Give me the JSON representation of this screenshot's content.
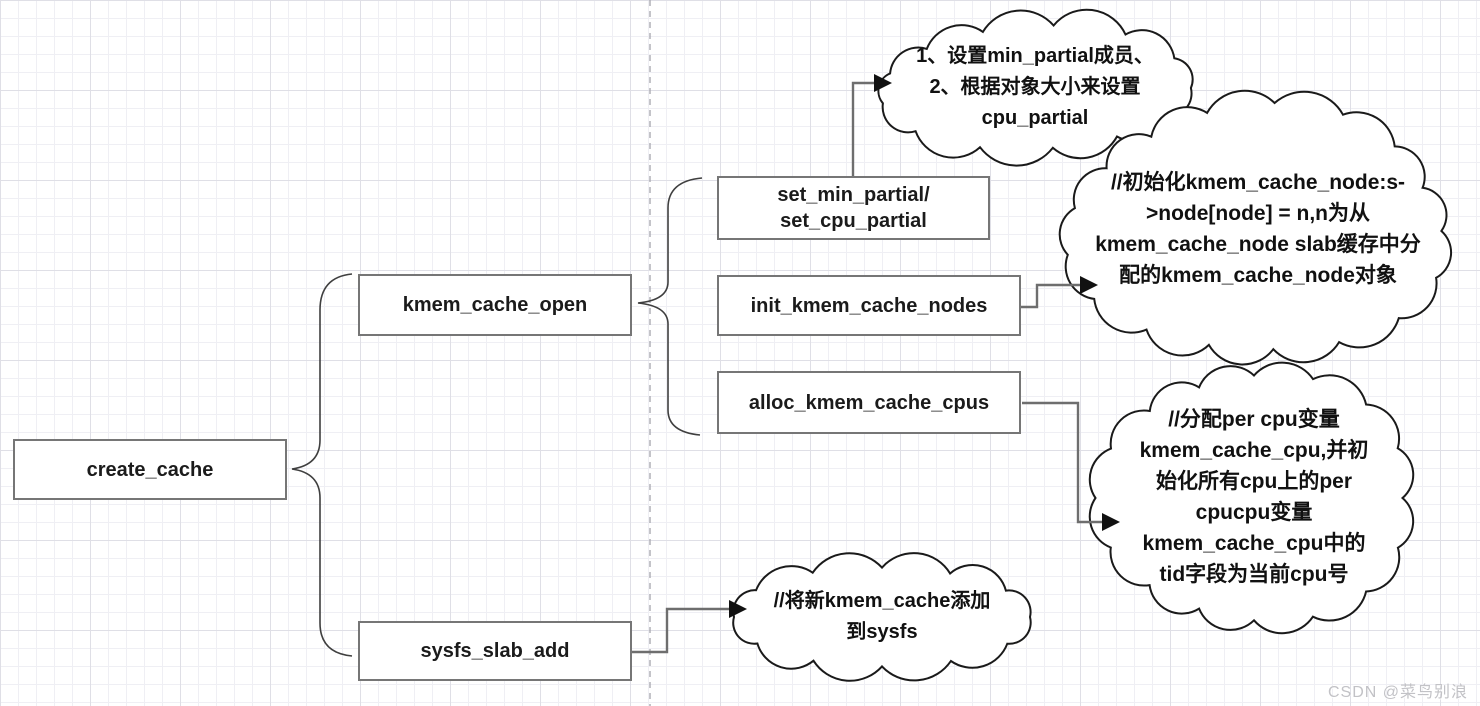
{
  "nodes": {
    "create_cache": "create_cache",
    "kmem_cache_open": "kmem_cache_open",
    "set_partial": "set_min_partial/\nset_cpu_partial",
    "init_nodes": "init_kmem_cache_nodes",
    "alloc_cpus": "alloc_kmem_cache_cpus",
    "sysfs_slab_add": "sysfs_slab_add"
  },
  "annotations": {
    "set_partial_note": "1、设置min_partial成员、\n2、根据对象大小来设置\ncpu_partial",
    "init_nodes_note": "//初始化kmem_cache_node:s-\n>node[node] = n,n为从\nkmem_cache_node slab缓存中分\n配的kmem_cache_node对象",
    "alloc_cpus_note": "//分配per cpu变量\nkmem_cache_cpu,并初\n始化所有cpu上的per\ncpucpu变量\nkmem_cache_cpu中的\ntid字段为当前cpu号",
    "sysfs_note": "//将新kmem_cache添加\n到sysfs"
  },
  "watermark": "CSDN @菜鸟别浪",
  "colors": {
    "box_border": "#767676",
    "connector": "#6e6e6e",
    "arrowhead": "#111111",
    "cloud_stroke": "#1a1a1a",
    "dashed_guide": "#ababb2"
  }
}
